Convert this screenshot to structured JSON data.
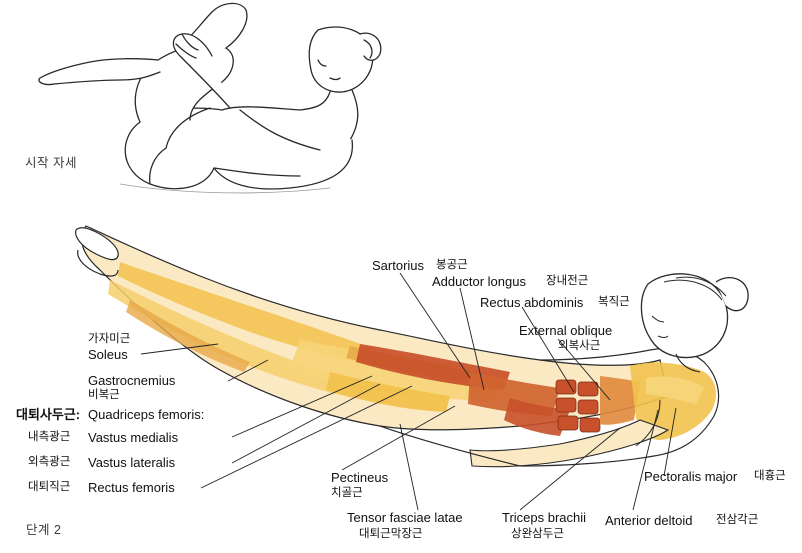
{
  "captions": {
    "start_position": "시작 자세",
    "step_2": "단계 2"
  },
  "labels_left": {
    "gajamigeun": "가자미근",
    "soleus": "Soleus",
    "gastrocnemius": "Gastrocnemius",
    "bibokgeun": "비복근",
    "quad_ko": "대퇴사두근:",
    "quad_en": "Quadriceps femoris:",
    "vastus_medialis_ko": "내측광근",
    "vastus_medialis": "Vastus medialis",
    "vastus_lateralis_ko": "외측광근",
    "vastus_lateralis": "Vastus lateralis",
    "rectus_femoris_ko": "대퇴직근",
    "rectus_femoris": "Rectus femoris"
  },
  "labels_right": {
    "sartorius": "Sartorius",
    "sartorius_ko": "봉공근",
    "adductor_longus": "Adductor longus",
    "adductor_longus_ko": "장내전근",
    "rectus_abdominis": "Rectus abdominis",
    "rectus_abdominis_ko": "복직근",
    "external_oblique": "External oblique",
    "external_oblique_ko": "외복사근",
    "pectoralis_major": "Pectoralis major",
    "pectoralis_major_ko": "대흉근"
  },
  "labels_bottom": {
    "pectineus": "Pectineus",
    "pectineus_ko": "치골근",
    "tfl": "Tensor fasciae latae",
    "tfl_ko": "대퇴근막장근",
    "triceps": "Triceps brachii",
    "triceps_ko": "상완삼두근",
    "anterior_deltoid": "Anterior deltoid",
    "anterior_deltoid_ko": "전삼각근"
  },
  "colors": {
    "muscle_red": "#c8502a",
    "muscle_orange": "#e08a3c",
    "muscle_yellow": "#f2c24e",
    "outline": "#2a2a2a"
  }
}
